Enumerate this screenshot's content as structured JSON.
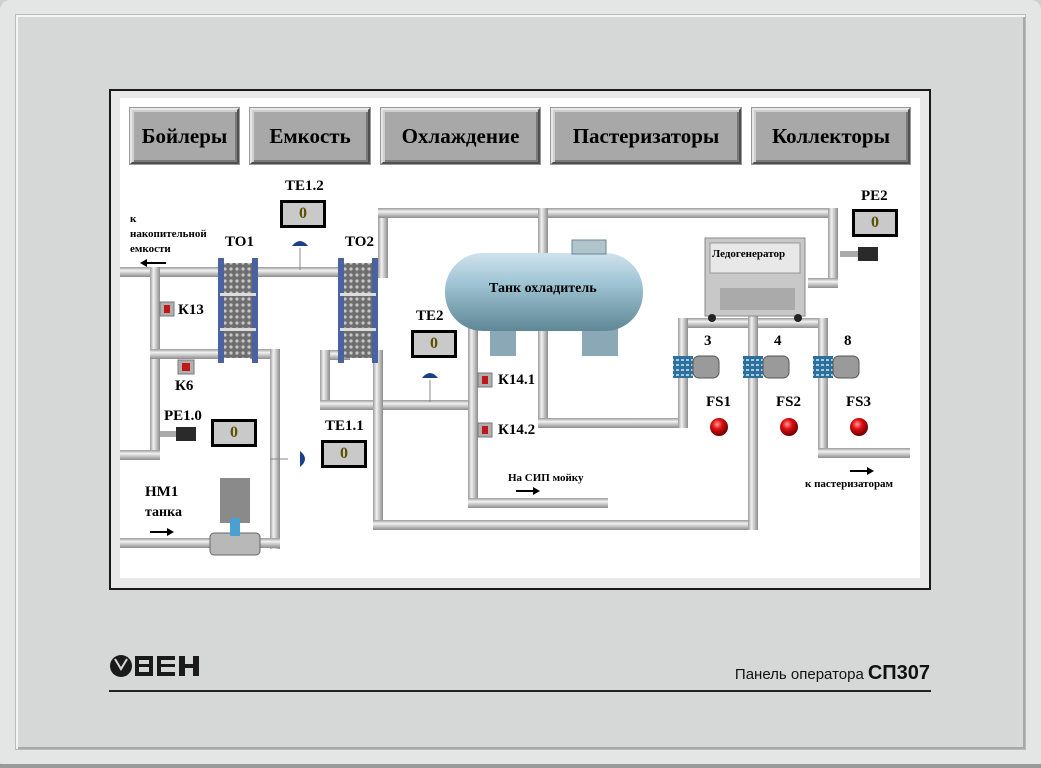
{
  "nav": {
    "buttons": [
      {
        "label": "Бойлеры"
      },
      {
        "label": "Емкость"
      },
      {
        "label": "Охлаждение"
      },
      {
        "label": "Пастеризаторы"
      },
      {
        "label": "Коллекторы"
      }
    ]
  },
  "labels": {
    "to_storage": [
      "к",
      "накопительной",
      "емкости"
    ],
    "to1": "ТО1",
    "to2": "ТО2",
    "k13": "К13",
    "k6": "К6",
    "k14_1": "К14.1",
    "k14_2": "К14.2",
    "tank": "Танк охладитель",
    "ice_generator": "Ледогенератор",
    "pump_hm1": [
      "НМ1",
      "танка"
    ],
    "cip": "На СИП мойку",
    "to_pasteurizers": "к пастеризаторам",
    "pumps": [
      "3",
      "4",
      "8"
    ],
    "flow_switches": [
      "FS1",
      "FS2",
      "FS3"
    ]
  },
  "sensors": {
    "te1_2": {
      "name": "TE1.2",
      "value": "0"
    },
    "te2": {
      "name": "TE2",
      "value": "0"
    },
    "te1_1": {
      "name": "TE1.1",
      "value": "0"
    },
    "pe1_0": {
      "name": "PE1.0",
      "value": "0"
    },
    "pe2": {
      "name": "PE2",
      "value": "0"
    }
  },
  "status": {
    "fs1": "alarm",
    "fs2": "alarm",
    "fs3": "alarm"
  },
  "colors": {
    "indicator_red": "#e01010",
    "display_digit": "#5a5000",
    "pipe": "#c8c8c8",
    "tank": "#8fb8c8"
  },
  "device": {
    "brand": "ОВЕН",
    "caption": "Панель оператора",
    "model": "СП307"
  }
}
